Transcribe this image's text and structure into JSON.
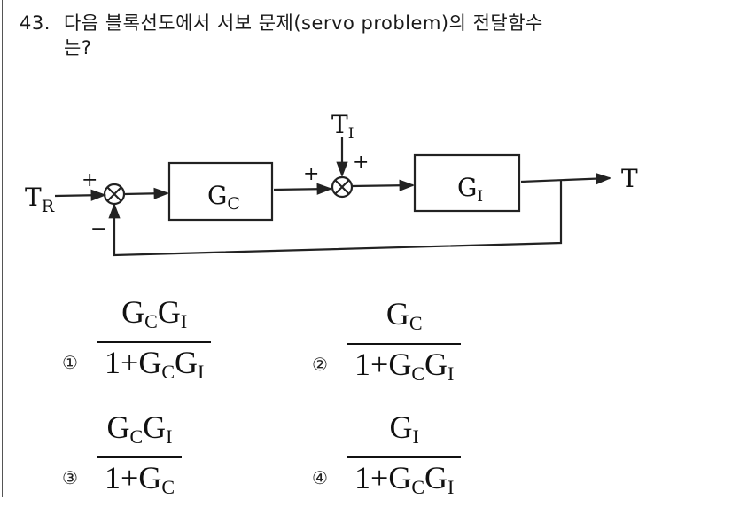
{
  "question": {
    "number": "43.",
    "text_line1": "다음 블록선도에서 서보 문제(servo problem)의 전달함수",
    "text_line2": "는?"
  },
  "diagram": {
    "input_label": "T",
    "input_sub": "R",
    "disturbance_label": "T",
    "disturbance_sub": "I",
    "output_label": "T",
    "block1_label": "G",
    "block1_sub": "C",
    "block2_label": "G",
    "block2_sub": "I",
    "sum1_signs": {
      "input": "+",
      "feedback": "−"
    },
    "sum2_signs": {
      "left": "+",
      "top": "+"
    }
  },
  "choices": [
    {
      "marker": "①",
      "numerator": [
        [
          "G",
          "C"
        ],
        [
          "G",
          "I"
        ]
      ],
      "denominator_prefix": "1+",
      "denominator": [
        [
          "G",
          "C"
        ],
        [
          "G",
          "I"
        ]
      ]
    },
    {
      "marker": "②",
      "numerator": [
        [
          "G",
          "C"
        ]
      ],
      "denominator_prefix": "1+",
      "denominator": [
        [
          "G",
          "C"
        ],
        [
          "G",
          "I"
        ]
      ]
    },
    {
      "marker": "③",
      "numerator": [
        [
          "G",
          "C"
        ],
        [
          "G",
          "I"
        ]
      ],
      "denominator_prefix": "1+",
      "denominator": [
        [
          "G",
          "C"
        ]
      ]
    },
    {
      "marker": "④",
      "numerator": [
        [
          "G",
          "I"
        ]
      ],
      "denominator_prefix": "1+",
      "denominator": [
        [
          "G",
          "C"
        ],
        [
          "G",
          "I"
        ]
      ]
    }
  ]
}
